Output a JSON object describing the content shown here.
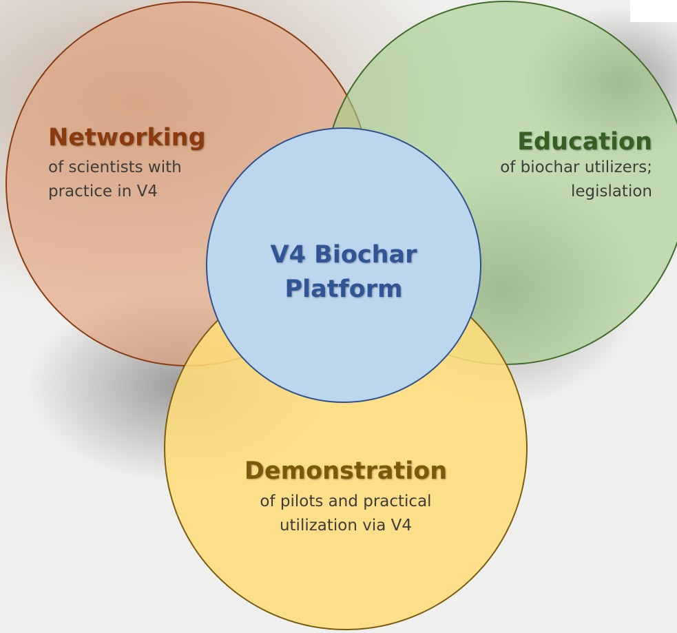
{
  "diagram": {
    "center": {
      "title_line1": "V4 Biochar",
      "title_line2": "Platform"
    },
    "networking": {
      "title": "Networking",
      "body_line1": "of scientists with",
      "body_line2": "practice in V4",
      "fill": "#e2a078",
      "stroke": "#8a3b12",
      "title_color": "#8b3a0e"
    },
    "education": {
      "title": "Education",
      "body_line1": "of biochar utilizers;",
      "body_line2": "legislation",
      "fill": "#a5cd8c",
      "stroke": "#3f6b2a",
      "title_color": "#375f22"
    },
    "demonstration": {
      "title": "Demonstration",
      "body_line1": "of pilots and practical",
      "body_line2": "utilization via V4",
      "fill": "#ffdc78",
      "stroke": "#7a5c10",
      "title_color": "#7a5a08"
    },
    "center_style": {
      "fill": "#bcd6ee",
      "stroke": "#2f528f",
      "title_color": "#2f5597"
    }
  }
}
